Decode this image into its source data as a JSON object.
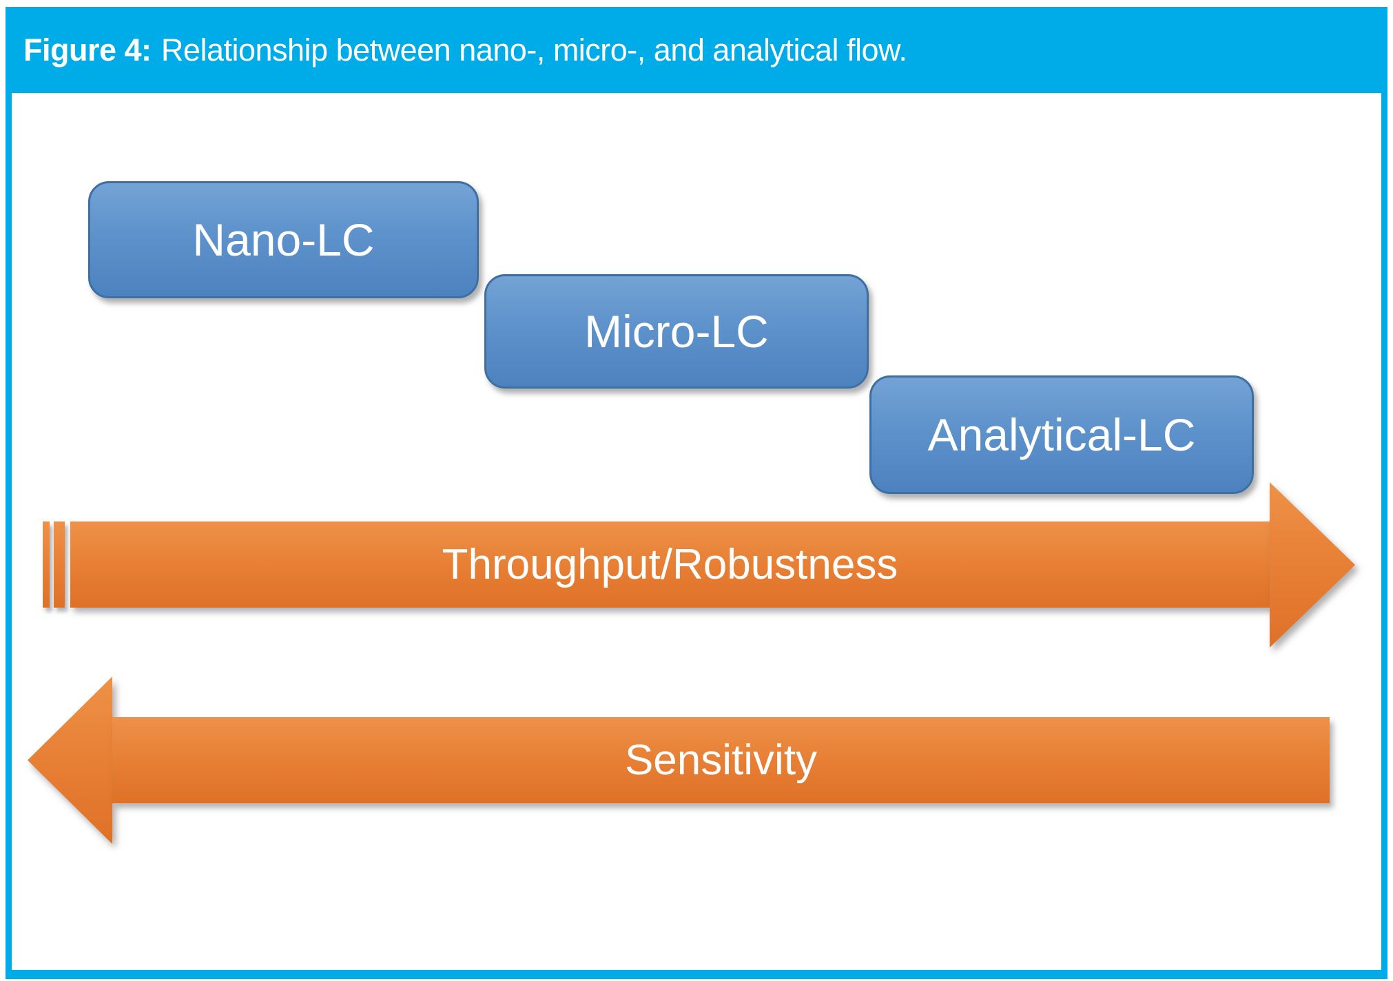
{
  "figure": {
    "label": "Figure 4:",
    "caption": "Relationship between nano-, micro-, and analytical flow."
  },
  "boxes": [
    {
      "label": "Nano-LC"
    },
    {
      "label": "Micro-LC"
    },
    {
      "label": "Analytical-LC"
    }
  ],
  "arrows": [
    {
      "label": "Throughput/Robustness",
      "direction": "right"
    },
    {
      "label": "Sensitivity",
      "direction": "left"
    }
  ],
  "colors": {
    "header_cyan": "#00ACE8",
    "box_blue_top": "#74A3D5",
    "box_blue_bottom": "#4C82BF",
    "box_border_blue": "#3E6FA3",
    "arrow_orange_top": "#EE9148",
    "arrow_orange_bottom": "#DE7128",
    "text": "#FFFFFF"
  }
}
